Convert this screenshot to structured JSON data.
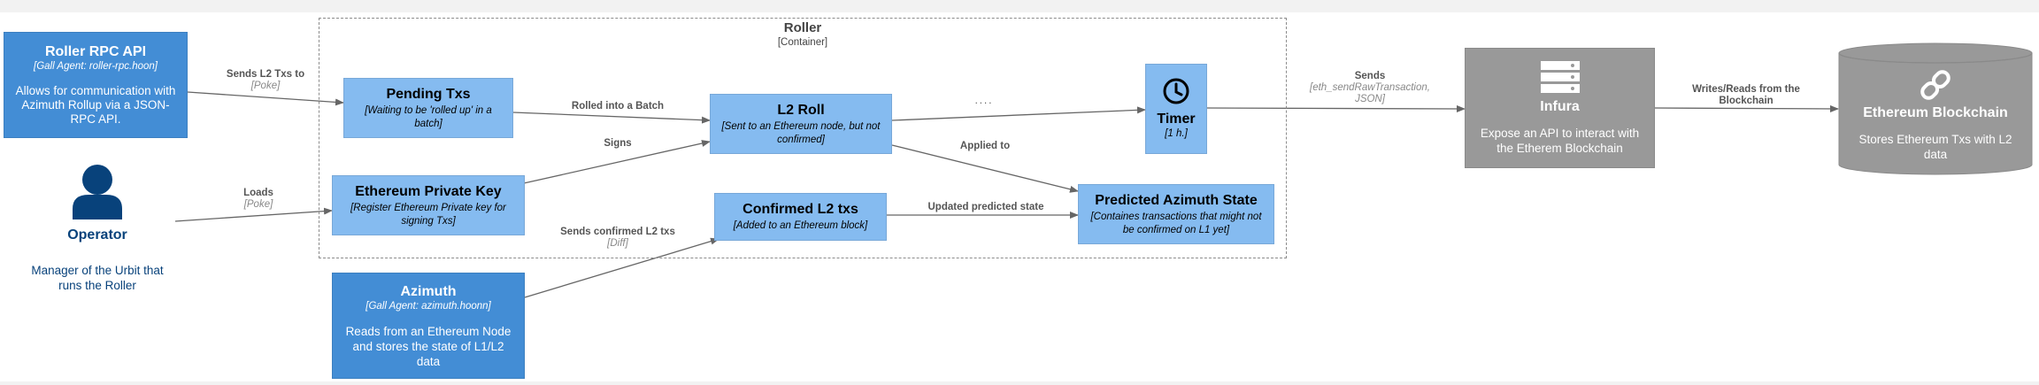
{
  "boundary": {
    "title": "Roller",
    "type": "[Container]"
  },
  "nodes": {
    "roller_rpc": {
      "title": "Roller RPC API",
      "tech": "[Gall Agent: roller-rpc.hoon]",
      "desc": "Allows for communication with Azimuth Rollup via a JSON-RPC API."
    },
    "operator": {
      "title": "Operator",
      "desc": "Manager of the Urbit that runs the Roller"
    },
    "pending": {
      "title": "Pending Txs",
      "tech": "[Waiting to be 'rolled up' in a batch]"
    },
    "l2roll": {
      "title": "L2 Roll",
      "tech": "[Sent to an Ethereum node, but not confirmed]"
    },
    "timer": {
      "title": "Timer",
      "tech": "[1 h.]"
    },
    "privkey": {
      "title": "Ethereum Private Key",
      "tech": "[Register Ethereum Private key for signing Txs]"
    },
    "confirmed": {
      "title": "Confirmed L2 txs",
      "tech": "[Added to an Ethereum block]"
    },
    "predicted": {
      "title": "Predicted Azimuth State",
      "tech": "[Containes transactions that might not be confirmed on L1 yet]"
    },
    "azimuth": {
      "title": "Azimuth",
      "tech": "[Gall Agent: azimuth.hoonn]",
      "desc": "Reads from an Ethereum Node and stores the state of L1/L2 data"
    },
    "infura": {
      "title": "Infura",
      "desc": "Expose an API to interact with the Etherem Blockchain"
    },
    "blockchain": {
      "title": "Ethereum Blockchain",
      "desc": "Stores Ethereum Txs with L2 data"
    }
  },
  "edges": {
    "rpc_pending": {
      "label": "Sends L2 Txs to",
      "tech": "[Poke]"
    },
    "operator_key": {
      "label": "Loads",
      "tech": "[Poke]"
    },
    "pending_l2": {
      "label": "Rolled into a Batch"
    },
    "key_l2": {
      "label": "Signs"
    },
    "l2_timer": {
      "label": "...."
    },
    "l2_predicted": {
      "label": "Applied to"
    },
    "confirmed_predicted": {
      "label": "Updated predicted state"
    },
    "azimuth_confirmed": {
      "label": "Sends confirmed L2 txs",
      "tech": "[Diff]"
    },
    "timer_infura": {
      "label": "Sends",
      "tech": "[eth_sendRawTransaction, JSON]"
    },
    "infura_chain": {
      "label": "Writes/Reads from the Blockchain"
    }
  },
  "colors": {
    "external_system": "#438dd5",
    "component": "#85bbf0",
    "infrastructure": "#999999",
    "person": "#08427b",
    "edge": "#666666"
  },
  "icons": {
    "timer": "clock-icon",
    "infura": "server-icon",
    "blockchain": "chain-link-icon",
    "operator": "person-icon"
  }
}
